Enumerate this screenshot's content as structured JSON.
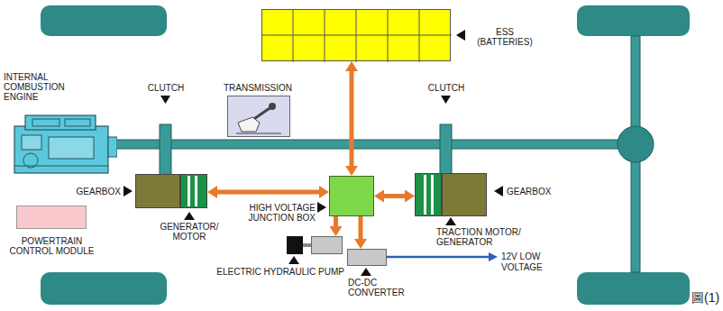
{
  "diagram": {
    "nodes": [
      {
        "text": [
          "ESS (BATTERIES)"
        ]
      },
      {
        "text": [
          "INTERNAL COMBUSTION ENGINE"
        ]
      },
      {
        "text": [
          "TRANSMISSION"
        ]
      },
      {
        "text": [
          "GEARBOX",
          "GENERATOR/ MOTOR"
        ]
      },
      {
        "text": [
          "HIGH VOLTAGE JUNCTION BOX"
        ]
      },
      {
        "text": [
          "TRACTION MOTOR/ GENERATOR",
          "GEARBOX"
        ]
      },
      {
        "text": [
          "POWERTRAIN CONTROL MODULE"
        ]
      },
      {
        "text": [
          "ELECTRIC HYDRAULIC PUMP"
        ]
      },
      {
        "text": [
          "DC-DC CONVERTER"
        ]
      }
    ],
    "edges": [
      {
        "from": 0,
        "to": 4,
        "arrow": "both"
      },
      {
        "from": 4,
        "to": 3,
        "arrow": "both"
      },
      {
        "from": 4,
        "to": 5,
        "arrow": "both"
      },
      {
        "from": 4,
        "to": 7,
        "arrow": "to"
      },
      {
        "from": 4,
        "to": 8,
        "arrow": "to"
      }
    ],
    "labels": [
      "CLUTCH",
      "CLUTCH",
      "12V LOW VOLTAGE",
      "圖(1)"
    ]
  }
}
